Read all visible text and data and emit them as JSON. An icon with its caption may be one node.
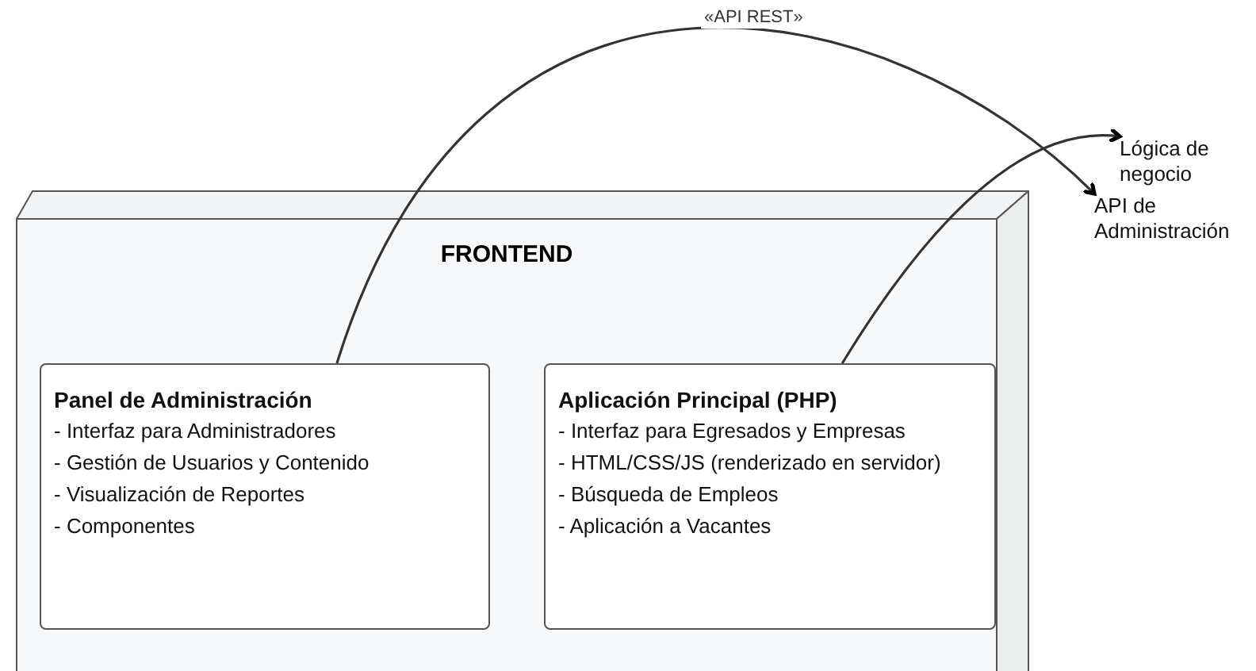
{
  "diagram": {
    "nodes": [
      {
        "text": [
          "FRONTEND"
        ]
      },
      {
        "text": [
          "Panel de Administración",
          "- Interfaz para Administradores",
          "- Gestión de Usuarios y Contenido",
          "- Visualización de Reportes",
          "- Componentes"
        ],
        "in": 0
      },
      {
        "text": [
          "Aplicación Principal (PHP)",
          "- Interfaz para Egresados y Empresas",
          "- HTML/CSS/JS (renderizado en servidor)",
          "- Búsqueda de Empleos",
          "- Aplicación a Vacantes"
        ],
        "in": 0
      },
      {
        "text": [
          "Lógica de negocio"
        ]
      },
      {
        "text": [
          "API de Administración"
        ]
      }
    ],
    "edges": [
      {
        "from": 1,
        "to": 4,
        "arrow": "to",
        "label": "«API REST»"
      },
      {
        "from": 2,
        "to": 3,
        "arrow": "to"
      }
    ]
  }
}
